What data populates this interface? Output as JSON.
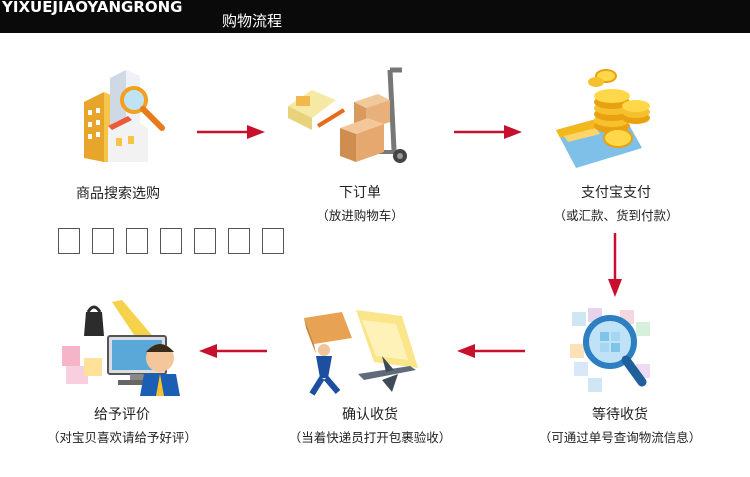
{
  "header": {
    "brand": "YIXUEJIAOYANGRONG",
    "subtitle": "购物流程"
  },
  "colors": {
    "arrow": "#c8102e",
    "bar": "#0a0a0a"
  },
  "steps": [
    {
      "title": "商品搜索选购",
      "sub": "",
      "icon": "building-magnifier-icon"
    },
    {
      "title": "下订单",
      "sub": "（放进购物车）",
      "icon": "hand-truck-boxes-icon"
    },
    {
      "title": "支付宝支付",
      "sub": "（或汇款、货到付款）",
      "icon": "coins-card-icon"
    },
    {
      "title": "等待收货",
      "sub": "（可通过单号查询物流信息）",
      "icon": "magnifier-blocks-icon"
    },
    {
      "title": "确认收货",
      "sub": "（当着快递员打开包裹验收）",
      "icon": "courier-airplane-icon"
    },
    {
      "title": "给予评价",
      "sub": "（对宝贝喜欢请给予好评）",
      "icon": "customer-computer-icon"
    }
  ],
  "placeholder_boxes": 7
}
